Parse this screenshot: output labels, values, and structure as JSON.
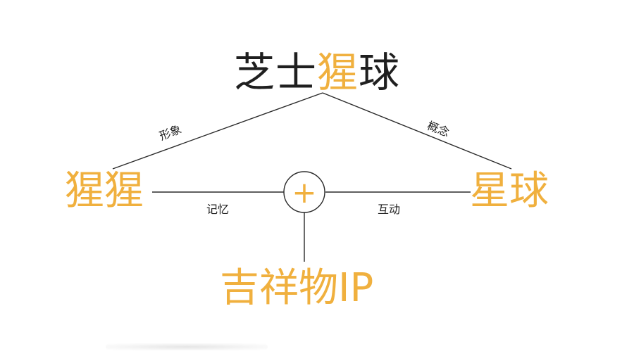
{
  "title": {
    "part1": "芝士",
    "accent": "猩",
    "part2": "球"
  },
  "nodes": {
    "left": "猩猩",
    "right": "星球",
    "bottom": "吉祥物IP",
    "center_symbol": "+"
  },
  "edge_labels": {
    "left_diagonal": "形象",
    "right_diagonal": "概念",
    "left_horizontal": "记忆",
    "right_horizontal": "互动"
  },
  "colors": {
    "accent": "#f0b03e",
    "text": "#1f1f1f",
    "line": "#2a2a2a"
  }
}
